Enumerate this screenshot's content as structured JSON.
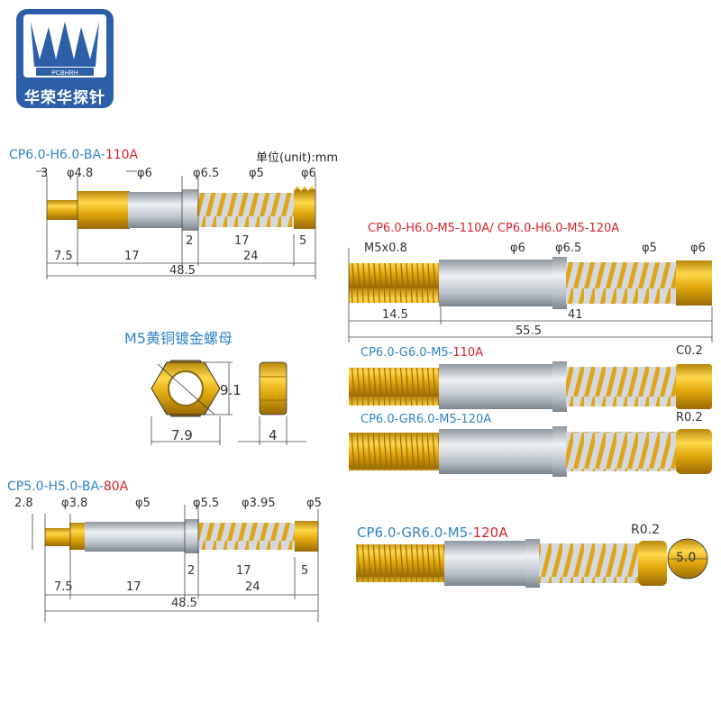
{
  "logo": {
    "mark_text": "PCBHRH",
    "name": "华荣华探针"
  },
  "unit_note": "单位(unit):mm",
  "part1": {
    "code_prefix": "CP6.0-H6.0-BA-",
    "code_suffix": "110A",
    "dims_top": [
      "3",
      "φ4.8",
      "φ6",
      "φ6.5",
      "φ5",
      "φ6"
    ],
    "dims_bottom": [
      "7.5",
      "17",
      "2",
      "17",
      "5",
      "24",
      "48.5"
    ]
  },
  "nut": {
    "title": "M5黄铜镀金螺母",
    "dims": [
      "9.1",
      "7.9",
      "4"
    ]
  },
  "part2": {
    "code_prefix": "CP5.0-H5.0-BA-",
    "code_suffix": "80A",
    "dims_top": [
      "2.8",
      "φ3.8",
      "φ5",
      "φ5.5",
      "φ3.95",
      "φ5"
    ],
    "dims_bottom": [
      "7.5",
      "17",
      "2",
      "17",
      "5",
      "24",
      "48.5"
    ]
  },
  "part3": {
    "code": "CP6.0-H6.0-M5-110A/ CP6.0-H6.0-M5-120A",
    "dims_top": [
      "M5x0.8",
      "φ6",
      "φ6.5",
      "φ5",
      "φ6"
    ],
    "dims_bottom": [
      "14.5",
      "41",
      "55.5"
    ]
  },
  "part4": {
    "code_prefix": "CP6.0-G6.0-M5-",
    "code_suffix": "110A",
    "dim": "C0.2"
  },
  "part5": {
    "code": "CP6.0-GR6.0-M5-120A",
    "dim": "R0.2"
  },
  "part6": {
    "code_prefix": "CP6.0-GR6.0-M5-",
    "code_suffix": "120A",
    "dims": [
      "R0.2",
      "5.0"
    ]
  },
  "colors": {
    "gold": "#d9a21a",
    "steel": "#bfc7cf",
    "blue_text": "#2f84c6",
    "red_text": "#d4232a"
  }
}
